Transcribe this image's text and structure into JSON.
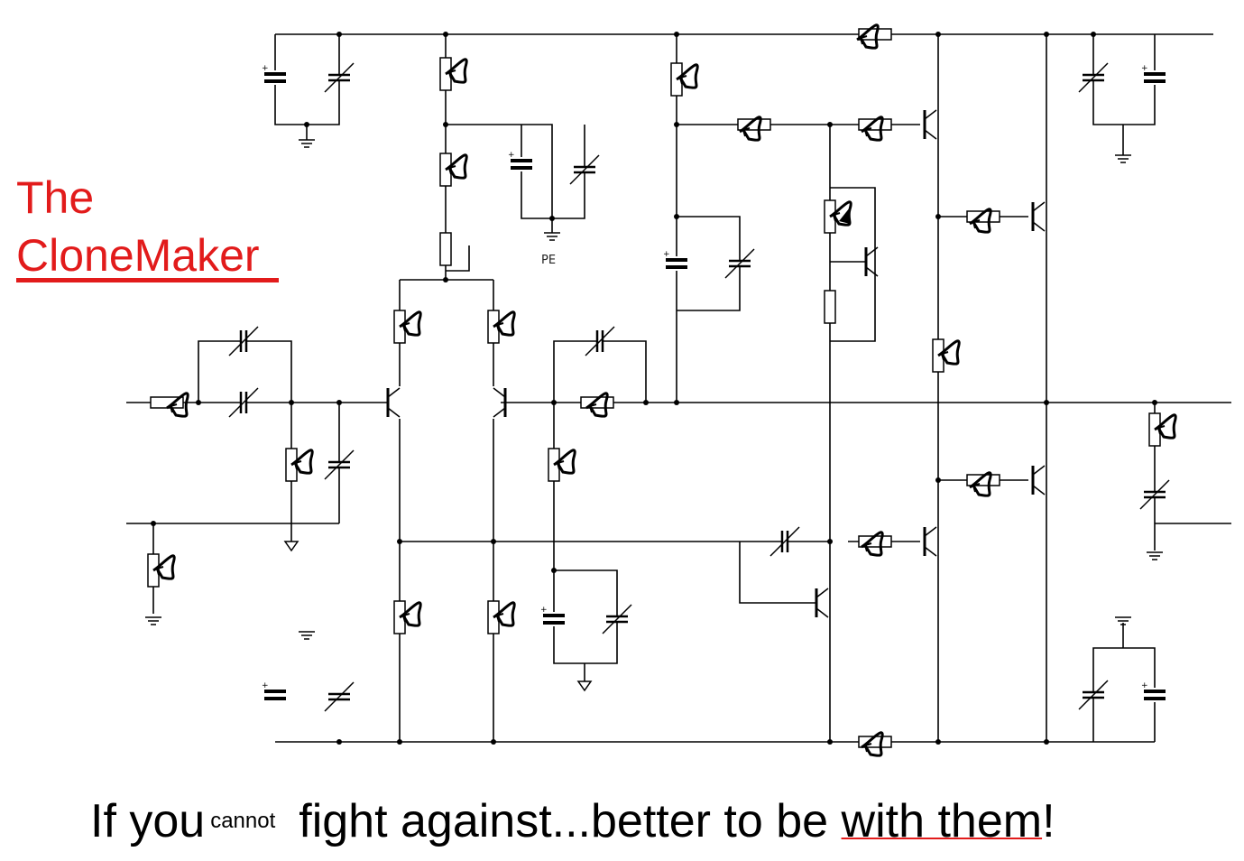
{
  "title": {
    "line1": "The",
    "line2": "CloneMaker"
  },
  "caption": {
    "part1": "If you",
    "small": "cannot",
    "part2": "fight against...better to be ",
    "underlined": "with them",
    "end": "!"
  },
  "labels": {
    "pe": "PE"
  },
  "colors": {
    "title": "#e21b1b",
    "wire": "#000000",
    "background": "#ffffff"
  }
}
